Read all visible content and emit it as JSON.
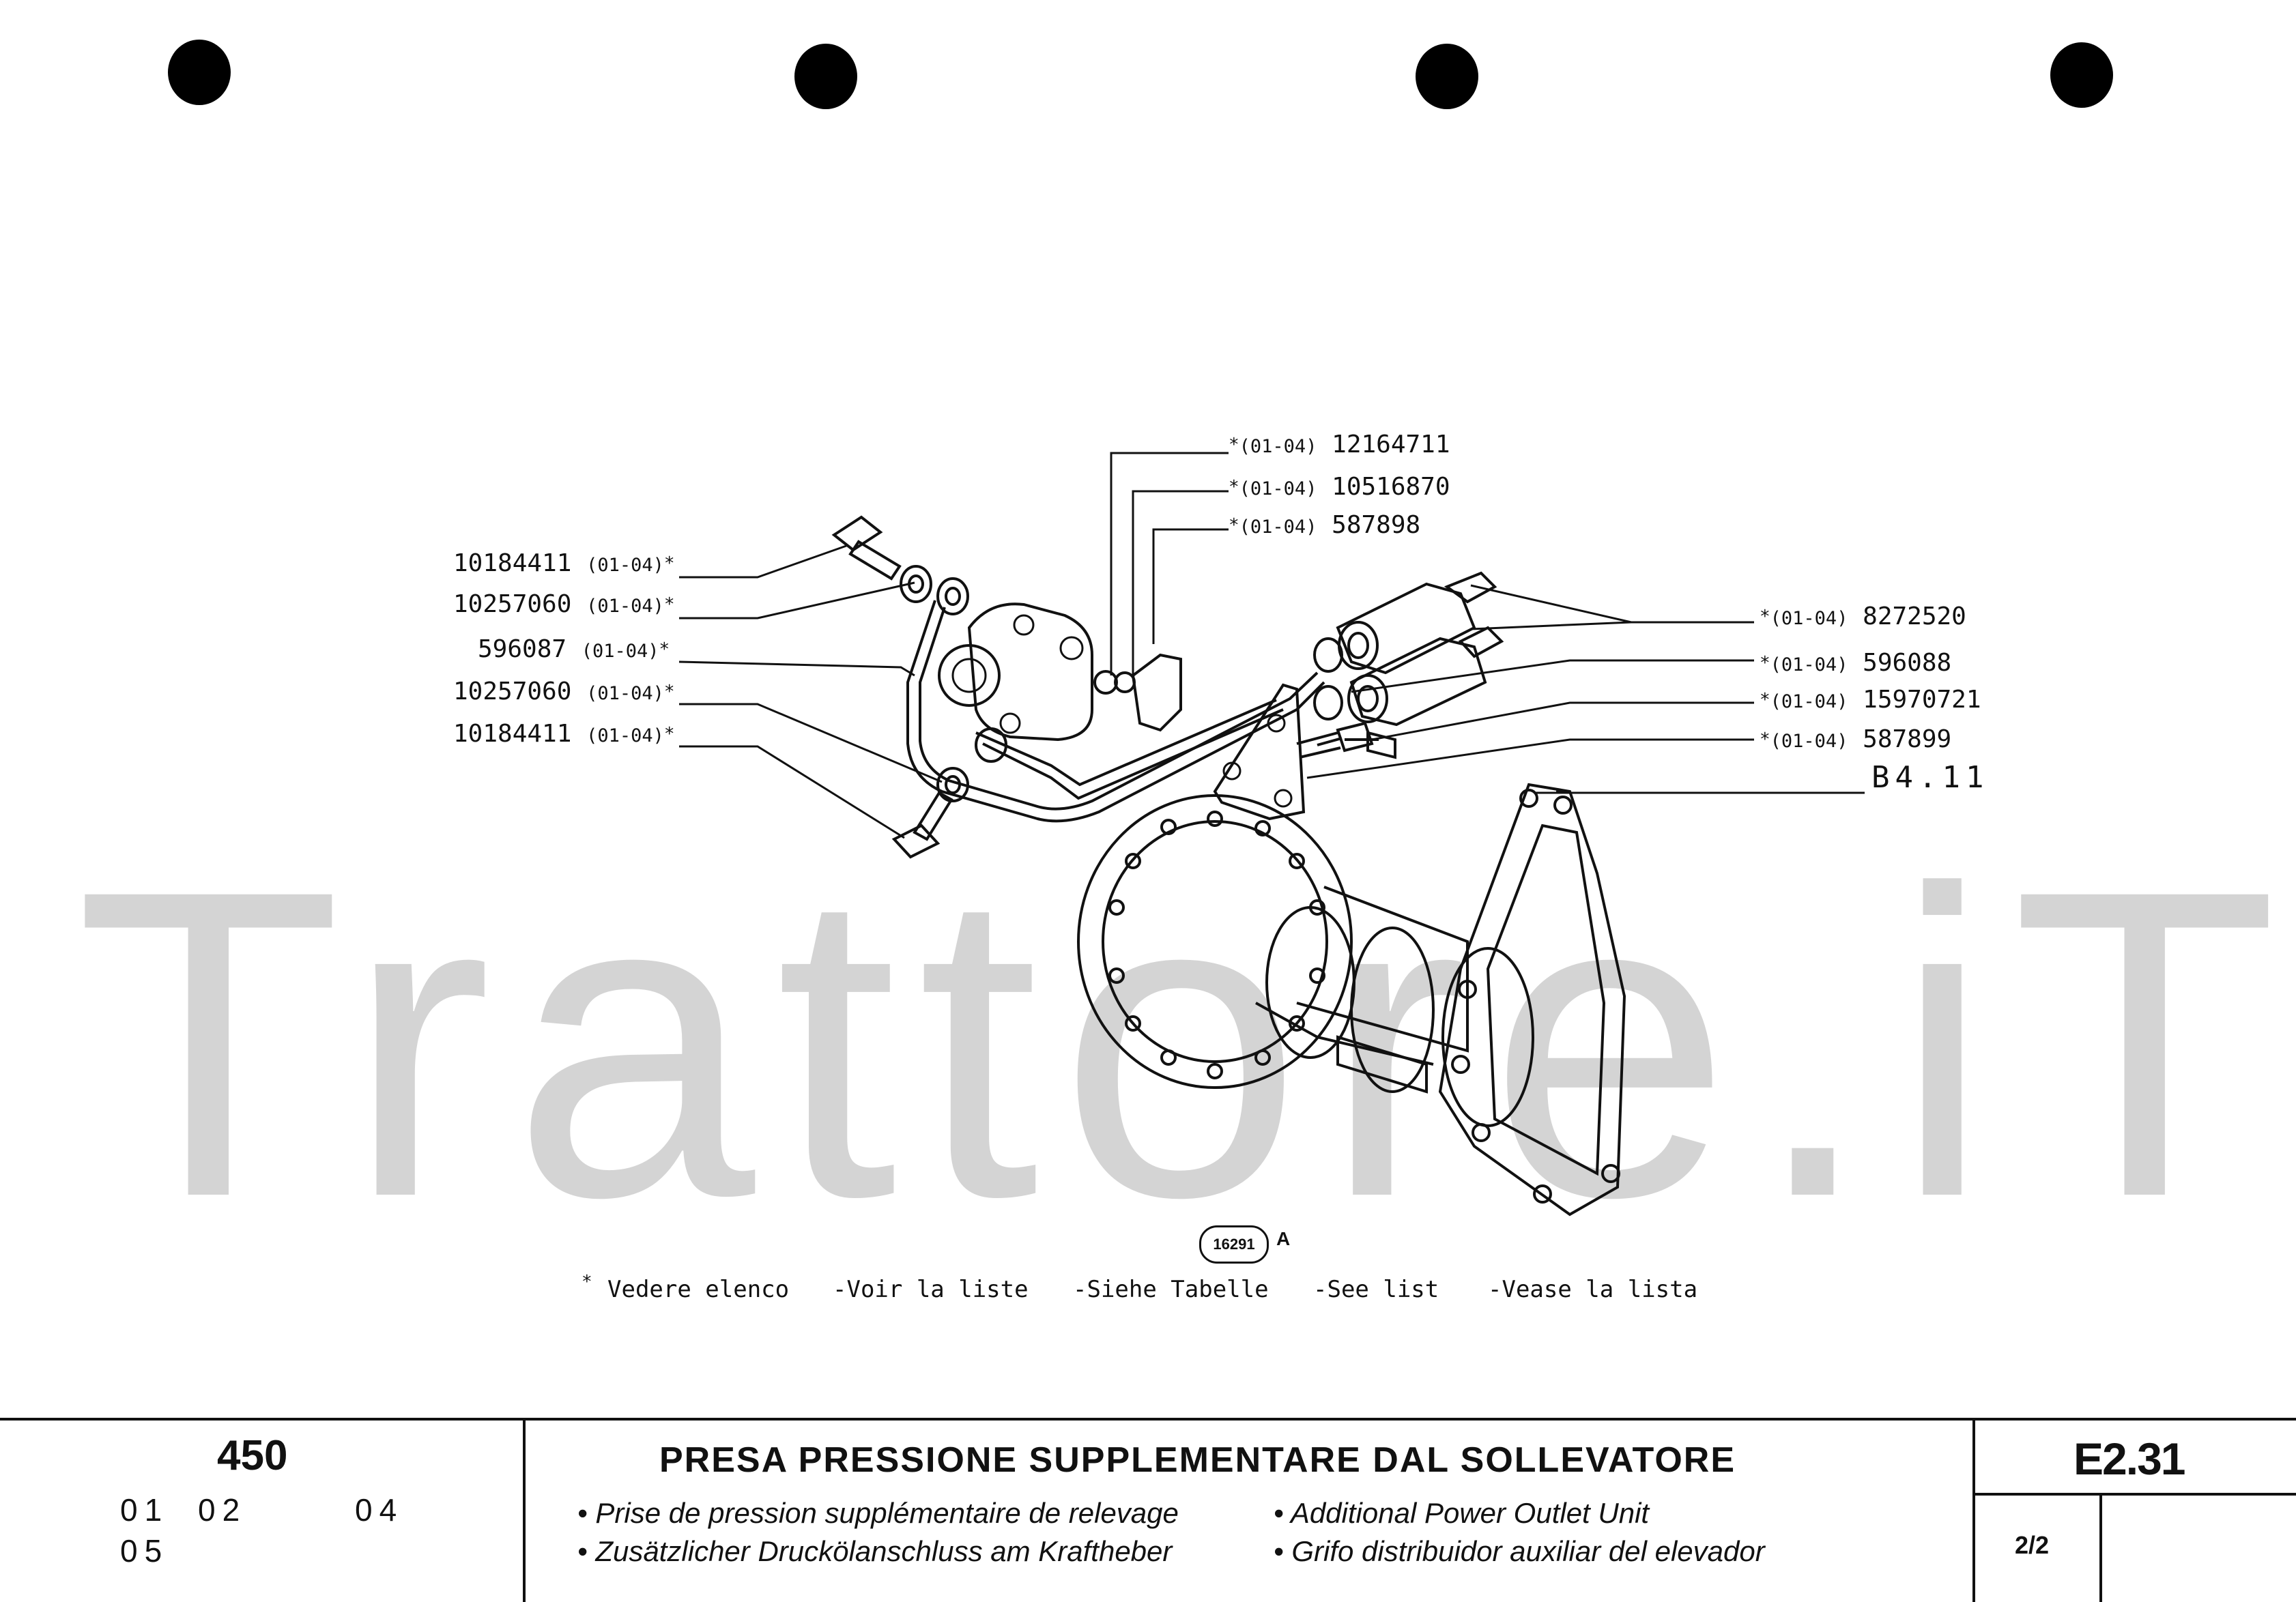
{
  "watermark": "Trattore.iT",
  "parts_left": [
    {
      "number": "10184411",
      "code": "(01-04)",
      "mark": "*"
    },
    {
      "number": "10257060",
      "code": "(01-04)",
      "mark": "*"
    },
    {
      "number": "596087",
      "code": "(01-04)",
      "mark": "*"
    },
    {
      "number": "10257060",
      "code": "(01-04)",
      "mark": "*"
    },
    {
      "number": "10184411",
      "code": "(01-04)",
      "mark": "*"
    }
  ],
  "parts_top": [
    {
      "mark": "*",
      "code": "(01-04)",
      "number": "12164711"
    },
    {
      "mark": "*",
      "code": "(01-04)",
      "number": "10516870"
    },
    {
      "mark": "*",
      "code": "(01-04)",
      "number": "587898"
    }
  ],
  "parts_right": [
    {
      "mark": "*",
      "code": "(01-04)",
      "number": "8272520"
    },
    {
      "mark": "*",
      "code": "(01-04)",
      "number": "596088"
    },
    {
      "mark": "*",
      "code": "(01-04)",
      "number": "15970721"
    },
    {
      "mark": "*",
      "code": "(01-04)",
      "number": "587899"
    }
  ],
  "group_ref": "B4.11",
  "figure_ref": {
    "number": "16291",
    "letter": "A"
  },
  "legend": {
    "mark": "*",
    "it": "Vedere elenco",
    "fr": "-Voir la liste",
    "de": "-Siehe Tabelle",
    "en": "-See list",
    "es": "-Vease la lista"
  },
  "footer": {
    "model": "450",
    "versions_row1": [
      "01",
      "02",
      "04"
    ],
    "versions_row2": [
      "05"
    ],
    "title": "PRESA PRESSIONE SUPPLEMENTARE DAL SOLLEVATORE",
    "sub_fr": "• Prise de pression supplémentaire de relevage",
    "sub_de": "• Zusätzlicher Druckölanschluss am Kraftheber",
    "sub_en": "• Additional Power Outlet Unit",
    "sub_es": "• Grifo distribuidor auxiliar del elevador",
    "code": "E2.31",
    "page": "2/2"
  }
}
